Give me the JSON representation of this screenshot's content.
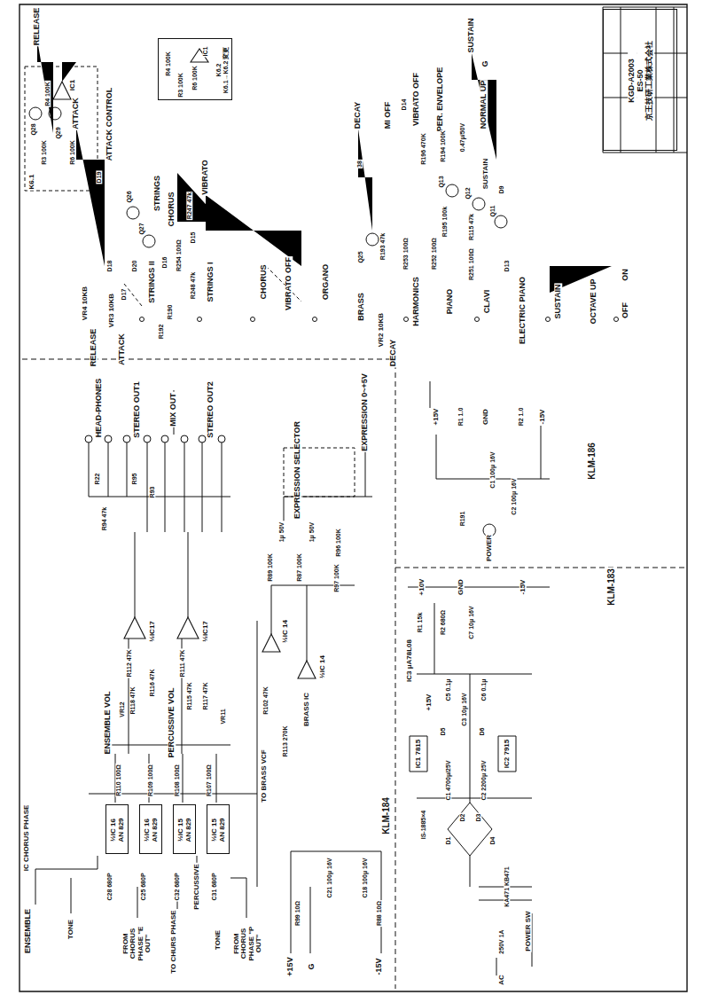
{
  "diagram": {
    "nodes": [
      {
        "text": [
          "KGD-A2003",
          "ES-50",
          "京王技研工業株式会社"
        ]
      },
      {
        "text": [
          "K6.2",
          "K6.1→K6.2 変更"
        ]
      },
      {
        "text": [
          "½IC 16",
          "AN 829"
        ]
      },
      {
        "text": [
          "½IC 16",
          "AN 829"
        ]
      },
      {
        "text": [
          "½IC 15",
          "AN 829"
        ]
      },
      {
        "text": [
          "½IC 15",
          "AN 829"
        ]
      }
    ],
    "labels": [
      "RELEASE",
      "ATTACK",
      "ATTACK CONTROL",
      "IC1",
      "R4 100K",
      "Q28",
      "R3 100K",
      "Q29",
      "R6 100K",
      "K6.1",
      "D19",
      "R4 100K",
      "IC1",
      "R3 100K",
      "R6 100K",
      "STRINGS",
      "CHORUS",
      "VIBRATO",
      "Q26",
      "Q27",
      "R247 47k",
      "D15",
      "R254 100Ω",
      "D16",
      "R248 47k",
      "D20",
      "D18",
      "D17",
      "VR4 10KB",
      "RELEASE",
      "VR3 10KB",
      "ATTACK",
      "R190",
      "R192",
      "STRINGS II",
      "STRINGS I",
      "CHORUS",
      "VIBRATO OFF",
      "ORGANO",
      "BRASS",
      "VR2 10KB",
      "DECAY",
      "HARMONICS",
      "PIANO",
      "CLAVI",
      "ELECTRIC PIANO",
      "SUSTAIN",
      "OCTAVE UP",
      "OFF",
      "ON",
      "DECAY",
      "MI OFF",
      "VIBRATO OFF",
      "PER. ENVELOPE",
      "SUSTAIN",
      "G",
      "Q25",
      "R193 47k",
      "R253 100Ω",
      "R252 100Ω",
      "R251 100Ω",
      "R115 47k",
      "Q11",
      "Q12",
      "Q13",
      "R195 100k",
      "SUSTAIN",
      "D9",
      "R196 470K",
      "R194 100K",
      "D14",
      "0.47μ/50V",
      "NORMAL UP",
      "D13",
      "38",
      "HEAD-PHONES",
      "STEREO OUT1",
      "MIX OUT",
      "STEREO OUT2",
      "R22",
      "R95",
      "R93",
      "R94 47k",
      "½IC17",
      "½IC17",
      "R112 47K",
      "R111 47K",
      "R118 47K",
      "R116 47K",
      "R115 47K",
      "R117 47K",
      "ENSEMBLE VOL",
      "PERCUSSIVE VOL",
      "VR12",
      "VR11",
      "R110 100Ω",
      "R109 100Ω",
      "R108 100Ω",
      "R107 100Ω",
      "C28 680P",
      "C25 680P",
      "C32 680P",
      "C31 680P",
      "IC CHORUS PHASE",
      "ENSEMBLE",
      "TONE",
      "FROM CHORUS PHASE \"E OUT\"",
      "TO CHURS PHASE",
      "PERCUSSIVE",
      "TONE",
      "FROM CHORUS PHASE \"P OUT\"",
      "½IC 14",
      "½IC 14",
      "BRASS IC",
      "R102 47K",
      "R113 270K",
      "TO BRASS VCF",
      "R89 100K",
      "R87 100K",
      "1μ 50V",
      "1μ 50V",
      "R97 100K",
      "R96 100K",
      "EXPRESSION 0~+5V",
      "EXPRESSION SELECTOR",
      "R99 10Ω",
      "+15V",
      "G",
      "C21 100μ 16V",
      "C18 100μ 16V",
      "R88 10Ω",
      "-15V",
      "KLM-184",
      "POWER SW",
      "250V 1A",
      "AC",
      "KA471 KB471",
      "IS-1885×4",
      "D1",
      "D2",
      "D3",
      "D4",
      "IC1 7815",
      "IC2 7915",
      "C1 4700μ/25V",
      "C2 2200μ 25V",
      "D5",
      "D6",
      "+15V",
      "C5 0.1μ",
      "C6 0.1μ",
      "C3 10μ 16V",
      "C7 10μ 16V",
      "IC3 μA78L08",
      "R1 15k",
      "R2 680Ω",
      "+10V",
      "GND",
      "-15V",
      "KLM-183",
      "+15V",
      "R1 1.0",
      "GND",
      "R2 1.0",
      "-15V",
      "C1 100μ 16V",
      "C2 100μ 16V",
      "R191",
      "POWER",
      "KLM-186"
    ]
  }
}
